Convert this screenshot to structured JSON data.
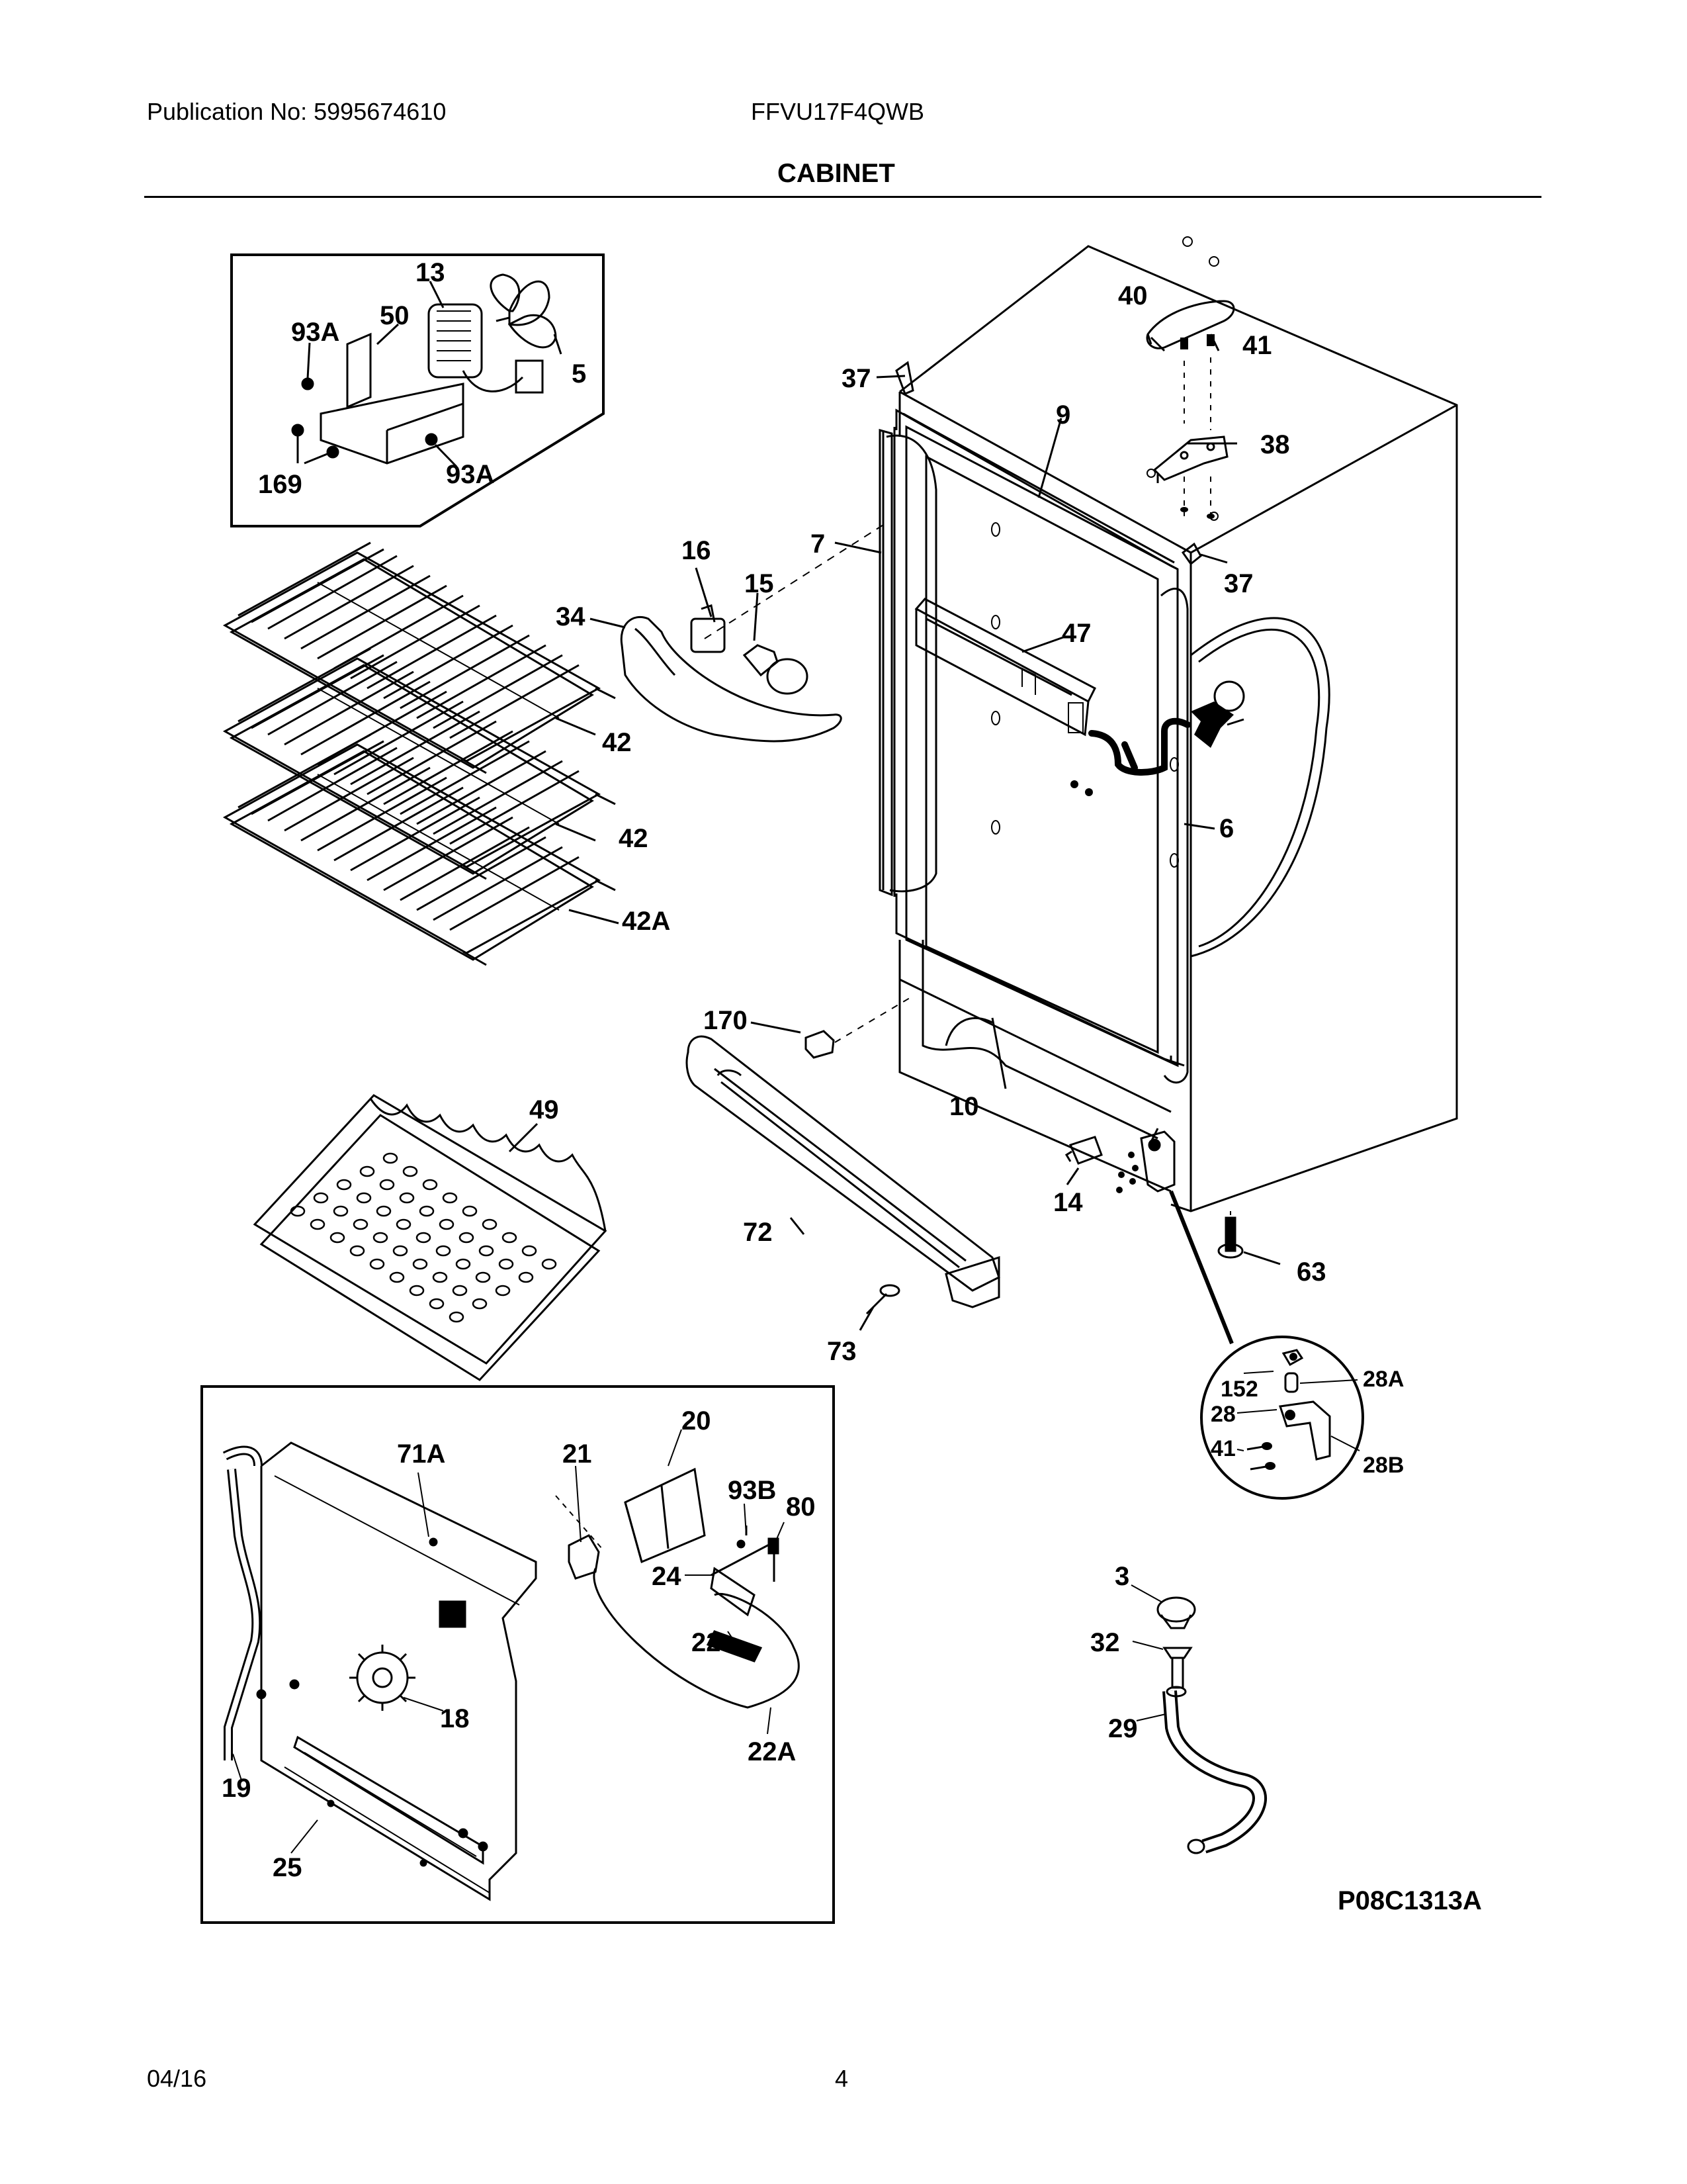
{
  "header": {
    "publication": "Publication No: 5995674610",
    "model": "FFVU17F4QWB",
    "section_title": "CABINET"
  },
  "footer": {
    "date": "04/16",
    "page_number": "4"
  },
  "figure_id": "P08C1313A",
  "callouts": {
    "c13": "13",
    "c93a_1": "93A",
    "c50": "50",
    "c5": "5",
    "c169": "169",
    "c93a_2": "93A",
    "c40": "40",
    "c41_top": "41",
    "c37_left": "37",
    "c9": "9",
    "c38": "38",
    "c37_right": "37",
    "c7": "7",
    "c16": "16",
    "c15": "15",
    "c34": "34",
    "c47": "47",
    "c42_1": "42",
    "c6": "6",
    "c42_2": "42",
    "c42a": "42A",
    "c170": "170",
    "c10": "10",
    "c49": "49",
    "c14": "14",
    "c72": "72",
    "c63": "63",
    "c73": "73",
    "c152": "152",
    "c28a": "28A",
    "c28": "28",
    "c41_hinge": "41",
    "c28b": "28B",
    "c20": "20",
    "c71a": "71A",
    "c21": "21",
    "c93b": "93B",
    "c80": "80",
    "c24": "24",
    "c22": "22",
    "c18": "18",
    "c22a": "22A",
    "c19": "19",
    "c25": "25",
    "c3": "3",
    "c32": "32",
    "c29": "29"
  }
}
